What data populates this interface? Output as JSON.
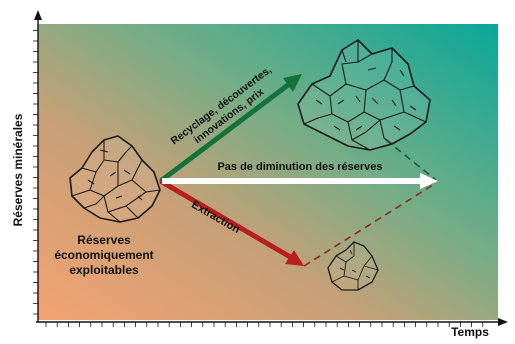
{
  "axes": {
    "y_label": "Réserves minérales",
    "x_label": "Temps"
  },
  "labels": {
    "green_arrow_line1": "Recyclage, découvertes,",
    "green_arrow_line2": "innovations, prix",
    "white_arrow": "Pas de diminution des réserves",
    "red_arrow": "Extraction",
    "reserves_line1": "Réserves",
    "reserves_line2": "économiquement",
    "reserves_line3": "exploitables"
  },
  "colors": {
    "bg_top_right": "#14a893",
    "bg_bottom_left": "#f0a074",
    "green_arrow": "#14733a",
    "red_arrow": "#b81f1f",
    "white_arrow": "#ffffff",
    "dashed_green": "#1d5a2e",
    "dashed_red": "#8a2a22"
  }
}
